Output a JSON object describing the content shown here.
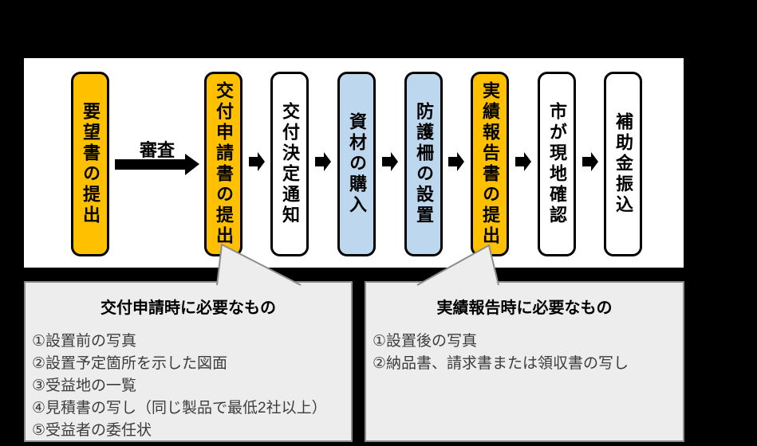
{
  "flow": {
    "steps": [
      {
        "label": "要望書の提出",
        "fill": "#FFC000"
      },
      {
        "label": "交付申請書の提出",
        "fill": "#FFC000"
      },
      {
        "label": "交付決定通知",
        "fill": "#FFFFFF"
      },
      {
        "label": "資材の購入",
        "fill": "#BDD7EE"
      },
      {
        "label": "防護柵の設置",
        "fill": "#BDD7EE"
      },
      {
        "label": "実績報告書の提出",
        "fill": "#FFC000"
      },
      {
        "label": "市が現地確認",
        "fill": "#FFFFFF"
      },
      {
        "label": "補助金振込",
        "fill": "#FFFFFF"
      }
    ],
    "review_arrow_label": "審査"
  },
  "callouts": {
    "application": {
      "title": "交付申請時に必要なもの",
      "items": [
        "①設置前の写真",
        "②設置予定箇所を示した図面",
        "③受益地の一覧",
        "④見積書の写し（同じ製品で最低2社以上）",
        "⑤受益者の委任状"
      ]
    },
    "report": {
      "title": "実績報告時に必要なもの",
      "items": [
        "①設置後の写真",
        "②納品書、請求書または領収書の写し"
      ]
    }
  },
  "colors": {
    "background": "#000000",
    "panel": "#FFFFFF",
    "step_orange": "#FFC000",
    "step_blue": "#BDD7EE",
    "step_white": "#FFFFFF",
    "callout_fill": "#EDEDED",
    "callout_border": "#8C8C8C",
    "arrow": "#000000"
  }
}
